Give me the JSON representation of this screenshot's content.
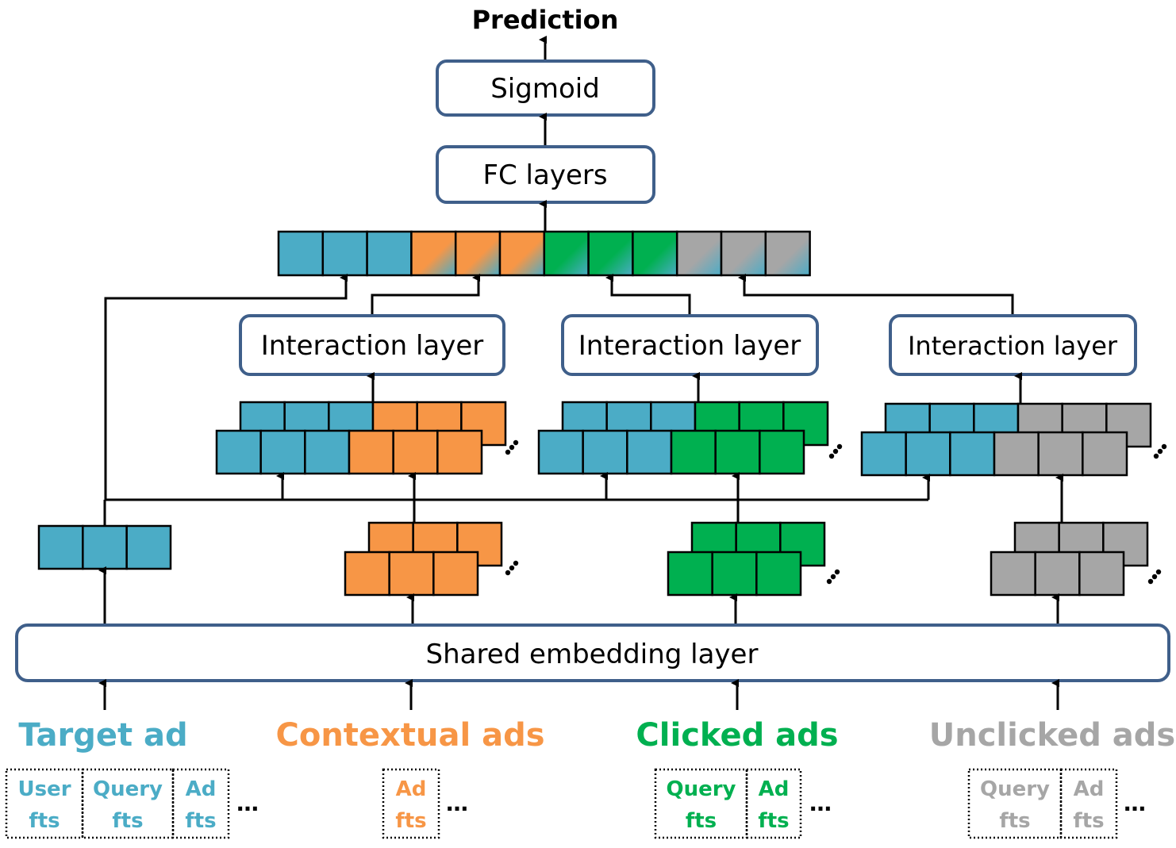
{
  "colors": {
    "target": "#4BACC6",
    "contextual": "#F79646",
    "clicked": "#00B050",
    "unclicked": "#A6A6A6",
    "box_border": "#3F5F8A",
    "line": "#000000"
  },
  "output": {
    "title": "Prediction"
  },
  "boxes": {
    "sigmoid": "Sigmoid",
    "fc": "FC layers",
    "interaction": [
      "Interaction layer",
      "Interaction layer",
      "Interaction layer"
    ],
    "embedding": "Shared embedding layer"
  },
  "groups": [
    {
      "name": "Target ad",
      "color_key": "target",
      "features": [
        {
          "line1": "User",
          "line2": "fts"
        },
        {
          "line1": "Query",
          "line2": "fts"
        },
        {
          "line1": "Ad",
          "line2": "fts"
        }
      ],
      "ellipsis": "…"
    },
    {
      "name": "Contextual ads",
      "color_key": "contextual",
      "features": [
        {
          "line1": "Ad",
          "line2": "fts"
        }
      ],
      "ellipsis": "…"
    },
    {
      "name": "Clicked ads",
      "color_key": "clicked",
      "features": [
        {
          "line1": "Query",
          "line2": "fts"
        },
        {
          "line1": "Ad",
          "line2": "fts"
        }
      ],
      "ellipsis": "…"
    },
    {
      "name": "Unclicked ads",
      "color_key": "unclicked",
      "features": [
        {
          "line1": "Query",
          "line2": "fts"
        },
        {
          "line1": "Ad",
          "line2": "fts"
        }
      ],
      "ellipsis": "…"
    }
  ],
  "stack_ellipsis": "⋰",
  "concat_vector": {
    "segments": [
      {
        "color_key": "target",
        "blend": false
      },
      {
        "color_key": "contextual",
        "blend": true
      },
      {
        "color_key": "clicked",
        "blend": true
      },
      {
        "color_key": "unclicked",
        "blend": true
      }
    ],
    "cells_per_segment": 3
  }
}
